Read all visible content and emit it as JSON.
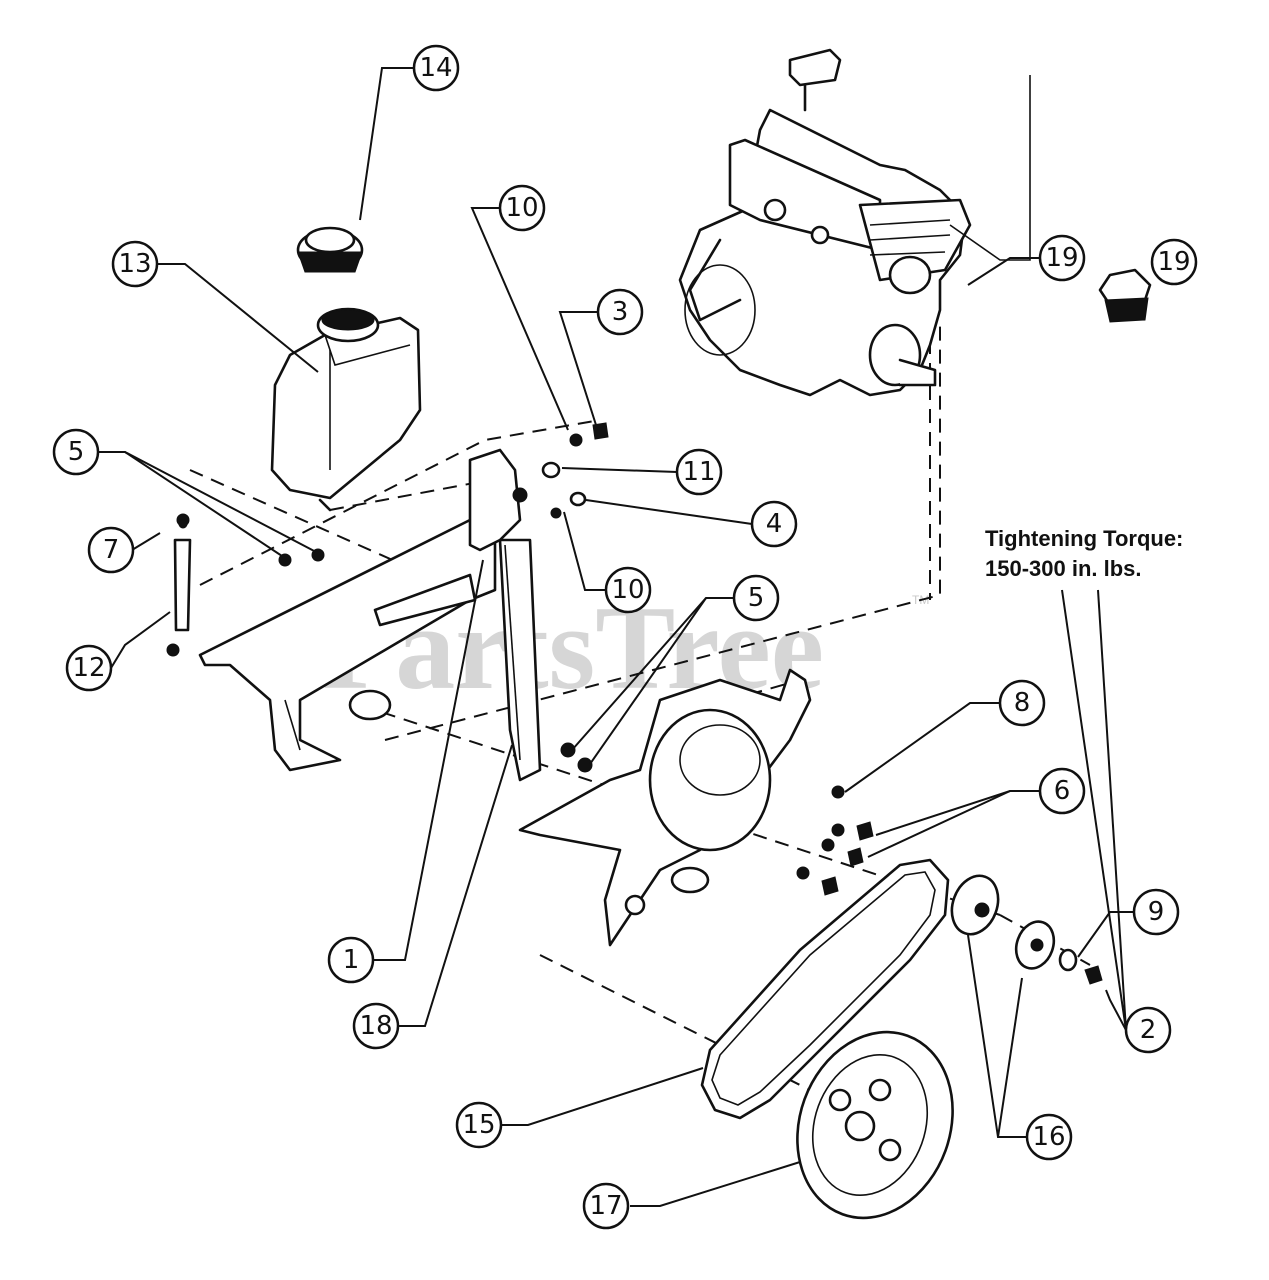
{
  "watermark": {
    "text": "PartsTree",
    "mark": "TM"
  },
  "torque_note": {
    "line1": "Tightening Torque:",
    "line2": "150-300 in. lbs."
  },
  "callouts": [
    {
      "label": "14"
    },
    {
      "label": "13"
    },
    {
      "label": "10"
    },
    {
      "label": "3"
    },
    {
      "label": "19"
    },
    {
      "label": "19"
    },
    {
      "label": "5"
    },
    {
      "label": "11"
    },
    {
      "label": "4"
    },
    {
      "label": "7"
    },
    {
      "label": "10"
    },
    {
      "label": "5"
    },
    {
      "label": "12"
    },
    {
      "label": "8"
    },
    {
      "label": "6"
    },
    {
      "label": "9"
    },
    {
      "label": "1"
    },
    {
      "label": "18"
    },
    {
      "label": "2"
    },
    {
      "label": "15"
    },
    {
      "label": "16"
    },
    {
      "label": "17"
    }
  ]
}
